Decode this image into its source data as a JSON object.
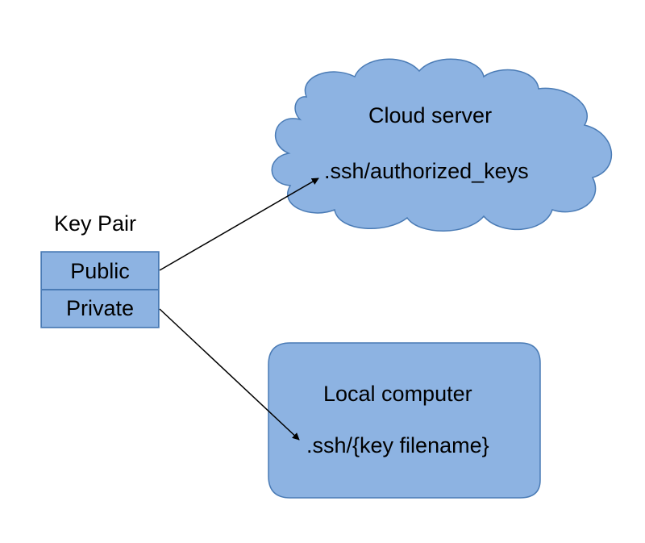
{
  "colors": {
    "fill": "#8db3e2",
    "stroke": "#4a7bb5",
    "arrow": "#000000"
  },
  "key_pair": {
    "title": "Key Pair",
    "public_label": "Public",
    "private_label": "Private"
  },
  "cloud_server": {
    "title": "Cloud server",
    "file": ".ssh/authorized_keys"
  },
  "local_computer": {
    "title": "Local computer",
    "file": ".ssh/{key filename}"
  }
}
